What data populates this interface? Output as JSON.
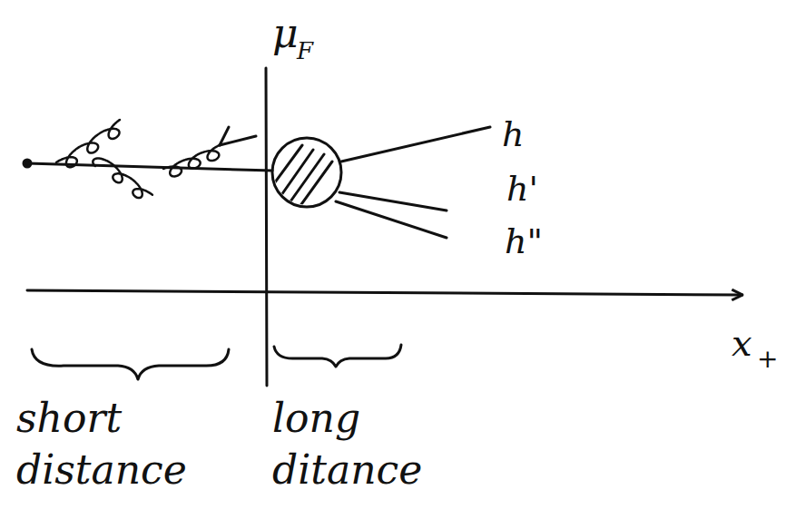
{
  "diagram": {
    "labels": [
      "μ",
      "F",
      "h",
      "h'",
      "h\"",
      "x",
      "+",
      "short distance",
      "long ditance"
    ]
  }
}
